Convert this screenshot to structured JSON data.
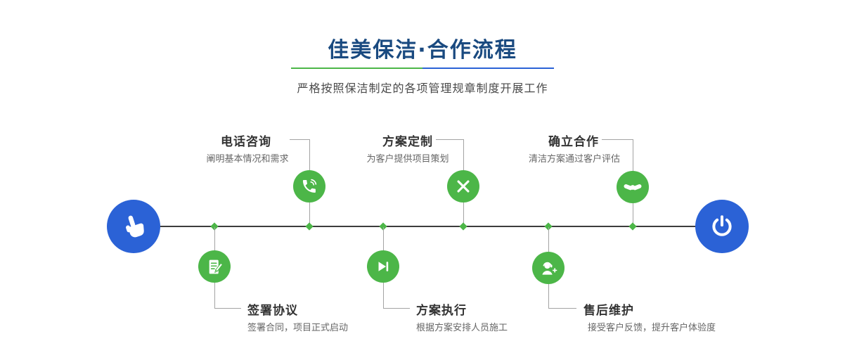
{
  "header": {
    "title": "佳美保洁·合作流程",
    "subtitle": "严格按照保洁制定的各项管理规章制度开展工作"
  },
  "colors": {
    "title_navy": "#1a4a80",
    "accent_green": "#4cb648",
    "accent_blue": "#2b62d6",
    "timeline_dark": "#3d3d3d",
    "connector_gray": "#a3a3a3"
  },
  "timeline": {
    "start_icon": "hand-pointer-icon",
    "end_icon": "power-icon"
  },
  "steps": [
    {
      "id": "phone",
      "position": "top",
      "icon": "phone-icon",
      "title": "电话咨询",
      "desc": "阐明基本情况和需求"
    },
    {
      "id": "plan",
      "position": "top",
      "icon": "design-icon",
      "title": "方案定制",
      "desc": "为客户提供项目策划"
    },
    {
      "id": "cooperate",
      "position": "top",
      "icon": "handshake-icon",
      "title": "确立合作",
      "desc": "清洁方案通过客户评估"
    },
    {
      "id": "sign",
      "position": "bottom",
      "icon": "contract-icon",
      "title": "签署协议",
      "desc": "签署合同，项目正式启动"
    },
    {
      "id": "execute",
      "position": "bottom",
      "icon": "play-icon",
      "title": "方案执行",
      "desc": "根据方案安排人员施工"
    },
    {
      "id": "aftersale",
      "position": "bottom",
      "icon": "headset-icon",
      "title": "售后维护",
      "desc": "接受客户反馈，提升客户体验度"
    }
  ]
}
